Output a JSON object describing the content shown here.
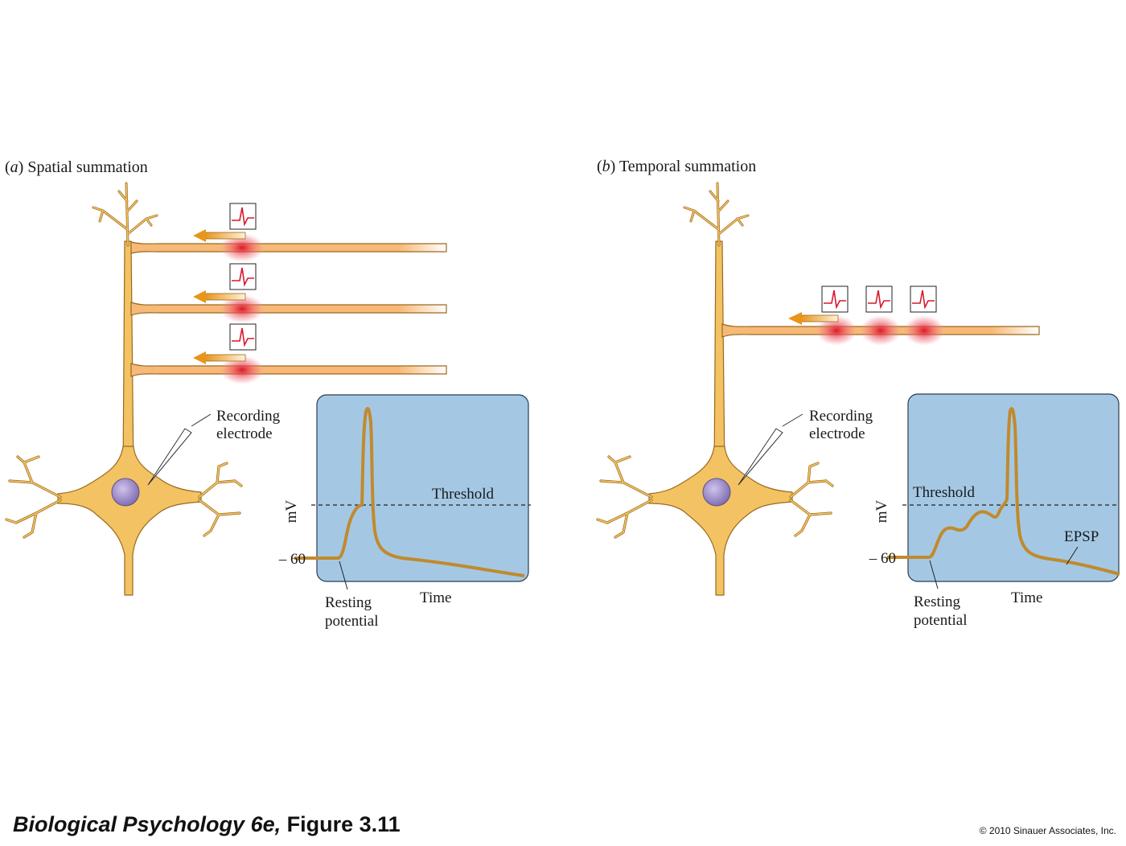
{
  "panel_a": {
    "letter": "a",
    "title": "Spatial summation",
    "electrode_line1": "Recording",
    "electrode_line2": "electrode",
    "ylabel": "mV",
    "tick_label": "– 60",
    "threshold_label": "Threshold",
    "xlabel": "Time",
    "resting_line1": "Resting",
    "resting_line2": "potential"
  },
  "panel_b": {
    "letter": "b",
    "title": "Temporal summation",
    "electrode_line1": "Recording",
    "electrode_line2": "electrode",
    "ylabel": "mV",
    "tick_label": "– 60",
    "threshold_label": "Threshold",
    "xlabel": "Time",
    "resting_line1": "Resting",
    "resting_line2": "potential",
    "epsp_label": "EPSP"
  },
  "footer": {
    "book": "Biological Psychology 6e,",
    "figure": "Figure 3.11",
    "copyright": "© 2010 Sinauer Associates, Inc."
  },
  "colors": {
    "neuron_fill": "#f3c262",
    "neuron_stroke": "#9a6a1e",
    "axon_fill": "#f7b978",
    "graph_bg": "#a4c8e4",
    "trace": "#c08a2e",
    "spike_glow": "#ee4f5d",
    "nucleus": "#9c8cc8"
  }
}
